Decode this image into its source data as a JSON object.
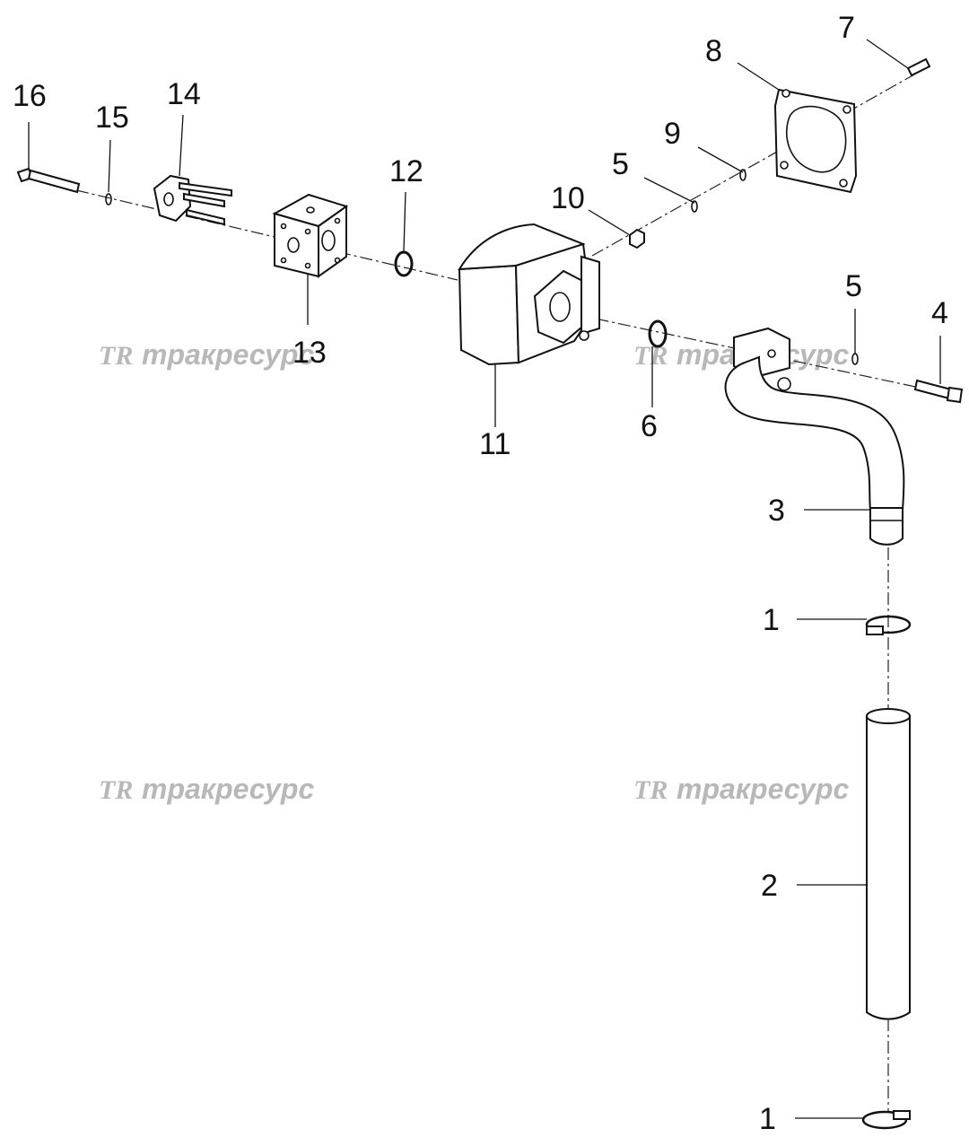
{
  "callouts": [
    "16",
    "15",
    "14",
    "12",
    "13",
    "11",
    "10",
    "5",
    "9",
    "8",
    "7",
    "6",
    "5",
    "4",
    "3",
    "1",
    "2",
    "1"
  ],
  "watermark": {
    "logo": "TR",
    "text": "тракресурс"
  },
  "colors": {
    "line": "#111111",
    "watermark": "#b8b8b8",
    "background": "#ffffff"
  }
}
